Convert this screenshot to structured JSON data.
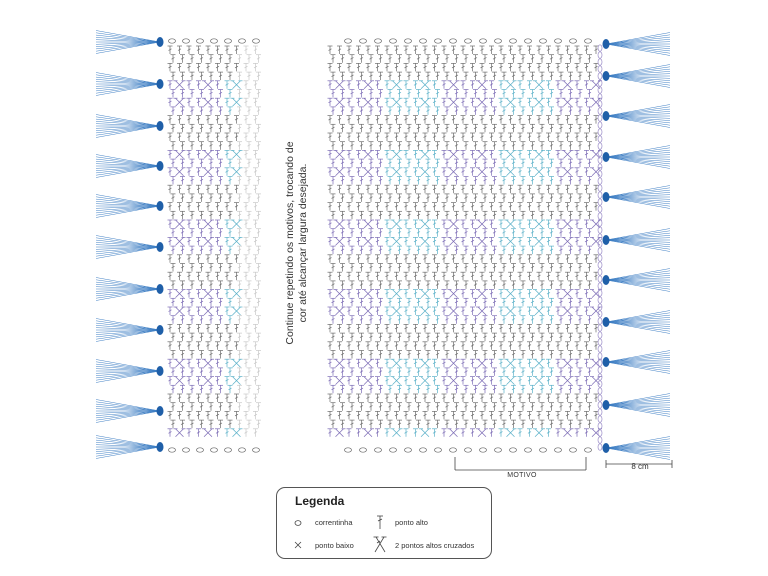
{
  "note": {
    "text": "Continue repetindo os motivos, trocando de cor até alcançar largura desejada."
  },
  "motif_label": "MOTIVO",
  "scale_label": "8 cm",
  "legend": {
    "title": "Legenda",
    "items": [
      {
        "symbol": "chain-icon",
        "label": "correntinha"
      },
      {
        "symbol": "single-crochet-icon",
        "label": "ponto baixo"
      },
      {
        "symbol": "double-crochet-icon",
        "label": "ponto alto"
      },
      {
        "symbol": "crossed-double-crochet-icon",
        "label": "2 pontos altos cruzados"
      }
    ]
  },
  "colors": {
    "stitch_dark": "#6b6b6b",
    "stitch_purple": "#7b6bb5",
    "stitch_teal": "#5ab0c8",
    "fringe_knot": "#1f5fa8",
    "fringe_line": "#3f7fc4",
    "chain_edge": "#9a8cc8",
    "light_fade": "#c8c8c8"
  }
}
